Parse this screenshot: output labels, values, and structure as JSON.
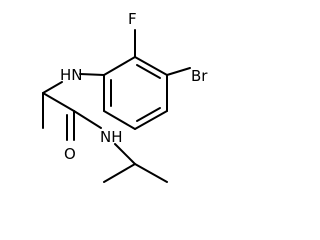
{
  "molecule": {
    "atoms": {
      "F": "F",
      "Br": "Br",
      "HN_top": "HN",
      "NH_bottom": "NH",
      "O": "O"
    }
  }
}
